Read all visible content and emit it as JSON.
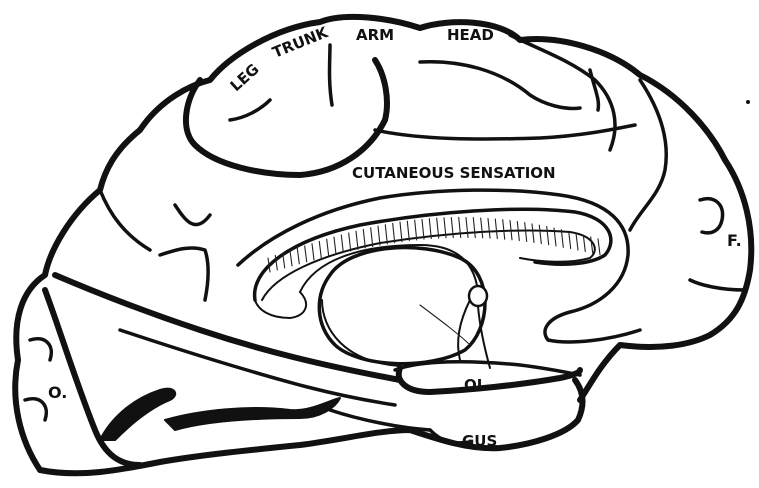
{
  "labels": {
    "leg": "LEG",
    "trunk": "TRUNK",
    "arm": "ARM",
    "head": "HEAD",
    "cutaneous_sensation": "CUTANEOUS SENSATION",
    "frontal": "F.",
    "occipital": "O.",
    "olfactory": "OL",
    "gustatory": "GUS"
  },
  "colors": {
    "ink": "#111111",
    "paper": "#ffffff"
  }
}
